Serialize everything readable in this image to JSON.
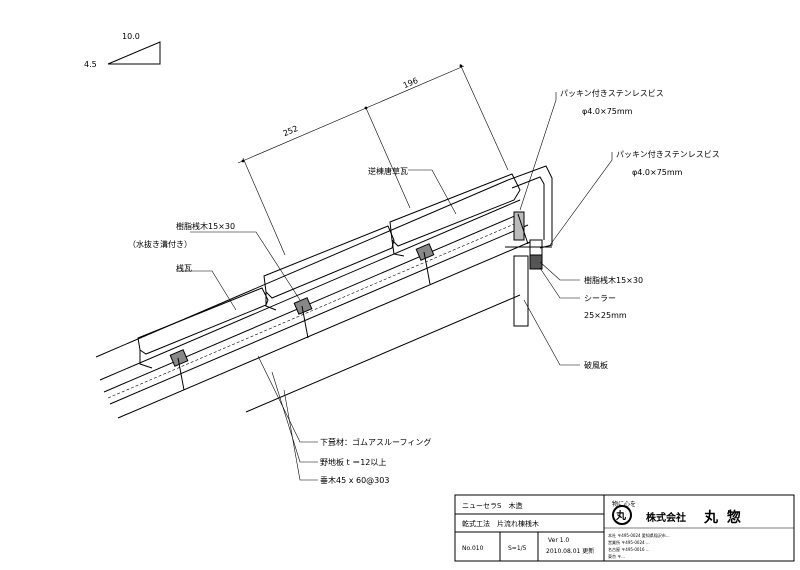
{
  "slope_legend": {
    "run": "10.0",
    "rise": "4.5"
  },
  "dimensions": {
    "first": "252",
    "second": "196"
  },
  "labels": {
    "ridge_tile": "逆棟唐草瓦",
    "batten_top": "樹脂桟木15×30",
    "drain_groove": "（水抜き溝付き）",
    "tile": "桟瓦",
    "screw1": "パッキン付きステンレスビス",
    "screw1_size": "φ4.0×75mm",
    "screw2": "パッキン付きステンレスビス",
    "screw2_size": "φ4.0×75mm",
    "batten_right": "樹脂桟木15×30",
    "sealer": "シーラー",
    "sealer_size": "25×25mm",
    "barge_board": "破風板",
    "underlay": "下葺材：ゴムアスルーフィング",
    "sheathing": "野地板 t ＝12以上",
    "rafter": "垂木45 x 60@303"
  },
  "title_block": {
    "product": "ニューセラS　木造",
    "method": "乾式工法　片流れ棟桟木",
    "number": "No.010",
    "scale": "S=1/5",
    "version": "Ver 1.0",
    "date": "2010.08.01 更新",
    "motto": "物に心を",
    "logo_char": "丸",
    "company_prefix": "株式会社",
    "company_name": "丸 惣",
    "address_lines": [
      "本社 〒495-0024 愛知県稲沢市...",
      "営業所 〒495-0024 ...",
      "名古屋 〒495-0016 ...",
      "東京 〒... "
    ]
  }
}
